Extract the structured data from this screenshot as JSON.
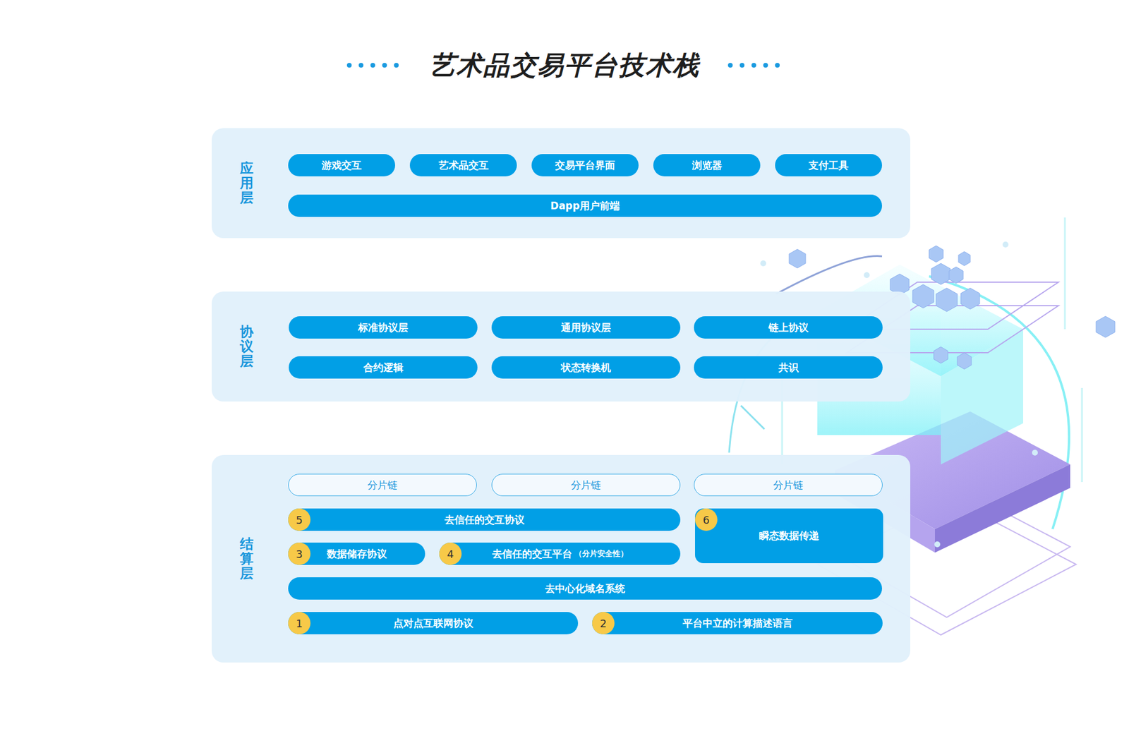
{
  "diagram": {
    "title": "艺术品交易平台技术栈",
    "nodes": [
      {
        "text": [
          "应用层"
        ]
      },
      {
        "text": [
          "游戏交互"
        ],
        "in": 0
      },
      {
        "text": [
          "艺术品交互"
        ],
        "in": 0
      },
      {
        "text": [
          "交易平台界面"
        ],
        "in": 0
      },
      {
        "text": [
          "浏览器"
        ],
        "in": 0
      },
      {
        "text": [
          "支付工具"
        ],
        "in": 0
      },
      {
        "text": [
          "Dapp用户前端"
        ],
        "in": 0
      },
      {
        "text": [
          "协议层"
        ]
      },
      {
        "text": [
          "标准协议层"
        ],
        "in": 7
      },
      {
        "text": [
          "通用协议层"
        ],
        "in": 7
      },
      {
        "text": [
          "链上协议"
        ],
        "in": 7
      },
      {
        "text": [
          "合约逻辑"
        ],
        "in": 7
      },
      {
        "text": [
          "状态转换机"
        ],
        "in": 7
      },
      {
        "text": [
          "共识"
        ],
        "in": 7
      },
      {
        "text": [
          "结算层"
        ]
      },
      {
        "text": [
          "分片链"
        ],
        "in": 14
      },
      {
        "text": [
          "分片链"
        ],
        "in": 14
      },
      {
        "text": [
          "分片链"
        ],
        "in": 14
      },
      {
        "text": [
          "5",
          "去信任的交互协议"
        ],
        "in": 14
      },
      {
        "text": [
          "6",
          "瞬态数据传递"
        ],
        "in": 14
      },
      {
        "text": [
          "3",
          "数据储存协议"
        ],
        "in": 14
      },
      {
        "text": [
          "4",
          "去信任的交互平台",
          "（分片安全性）"
        ],
        "in": 14
      },
      {
        "text": [
          "去中心化域名系统"
        ],
        "in": 14
      },
      {
        "text": [
          "1",
          "点对点互联网协议"
        ],
        "in": 14
      },
      {
        "text": [
          "2",
          "平台中立的计算描述语言"
        ],
        "in": 14
      }
    ]
  }
}
